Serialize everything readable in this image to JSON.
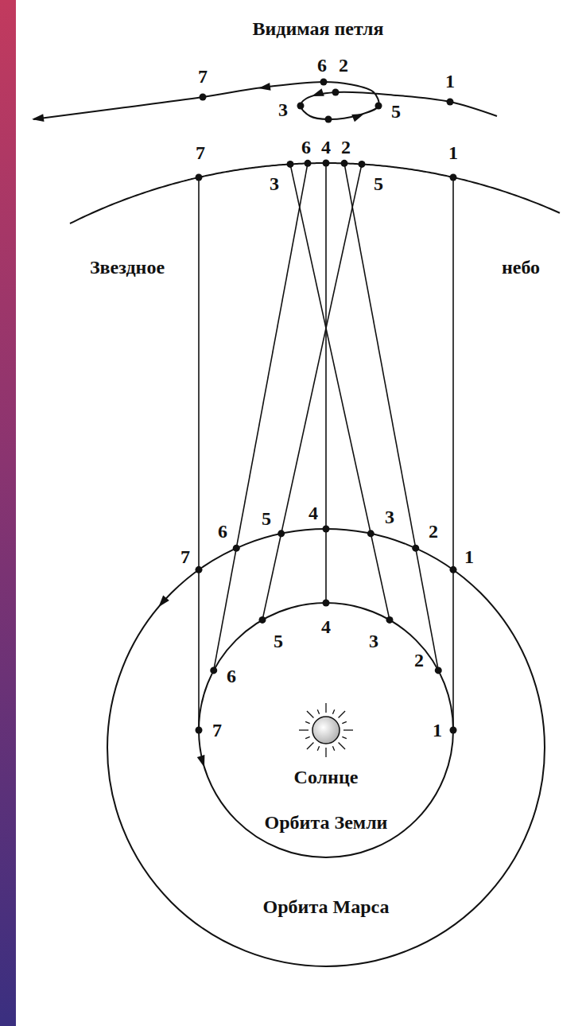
{
  "diagram": {
    "labels": [
      "Видимая петля",
      "7",
      "6",
      "2",
      "1",
      "3",
      "5",
      "7",
      "6",
      "4",
      "2",
      "1",
      "3",
      "5",
      "Звездное",
      "небо",
      "6",
      "5",
      "4",
      "3",
      "2",
      "7",
      "1",
      "5",
      "4",
      "3",
      "2",
      "6",
      "7",
      "1",
      "Солнце",
      "Орбита Земли",
      "Орбита Марса"
    ]
  }
}
